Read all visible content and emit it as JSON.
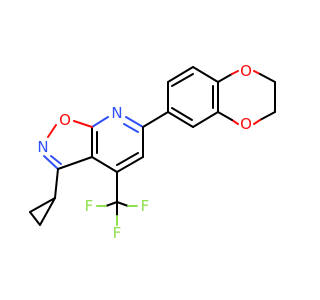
{
  "atoms": {
    "n_pyridine": {
      "symbol": "N",
      "color": "#3050f8"
    },
    "n_isoxazole": {
      "symbol": "N",
      "color": "#3050f8"
    },
    "o_isoxazole": {
      "symbol": "O",
      "color": "#ff0d0d"
    },
    "o_dioxane_top": {
      "symbol": "O",
      "color": "#ff0d0d"
    },
    "o_dioxane_bottom": {
      "symbol": "O",
      "color": "#ff0d0d"
    },
    "f_left": {
      "symbol": "F",
      "color": "#90e050"
    },
    "f_right": {
      "symbol": "F",
      "color": "#90e050"
    },
    "f_bottom": {
      "symbol": "F",
      "color": "#90e050"
    }
  },
  "colors": {
    "bond": "#000000",
    "oxygen": "#ff0d0d",
    "nitrogen": "#3050f8",
    "fluorine": "#90e050",
    "background": "#ffffff"
  }
}
